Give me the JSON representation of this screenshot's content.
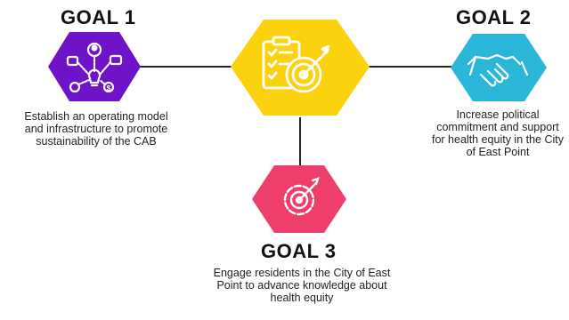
{
  "colors": {
    "goal1": "#6f13c9",
    "goal2": "#29b6d8",
    "goal3": "#ee3f6b",
    "center": "#fcd20f",
    "connector": "#222222"
  },
  "goals": {
    "goal1": {
      "title": "GOAL 1",
      "description": "Establish an operating model and infrastructure to promote sustainability of the CAB",
      "icon": "network-people-icon"
    },
    "goal2": {
      "title": "GOAL 2",
      "description": "Increase political commitment and support for health equity in the City of East Point",
      "icon": "handshake-icon"
    },
    "goal3": {
      "title": "GOAL 3",
      "description": "Engage residents in the City of East Point to advance knowledge about health equity",
      "icon": "target-icon"
    }
  },
  "center": {
    "icon": "checklist-target-icon"
  }
}
